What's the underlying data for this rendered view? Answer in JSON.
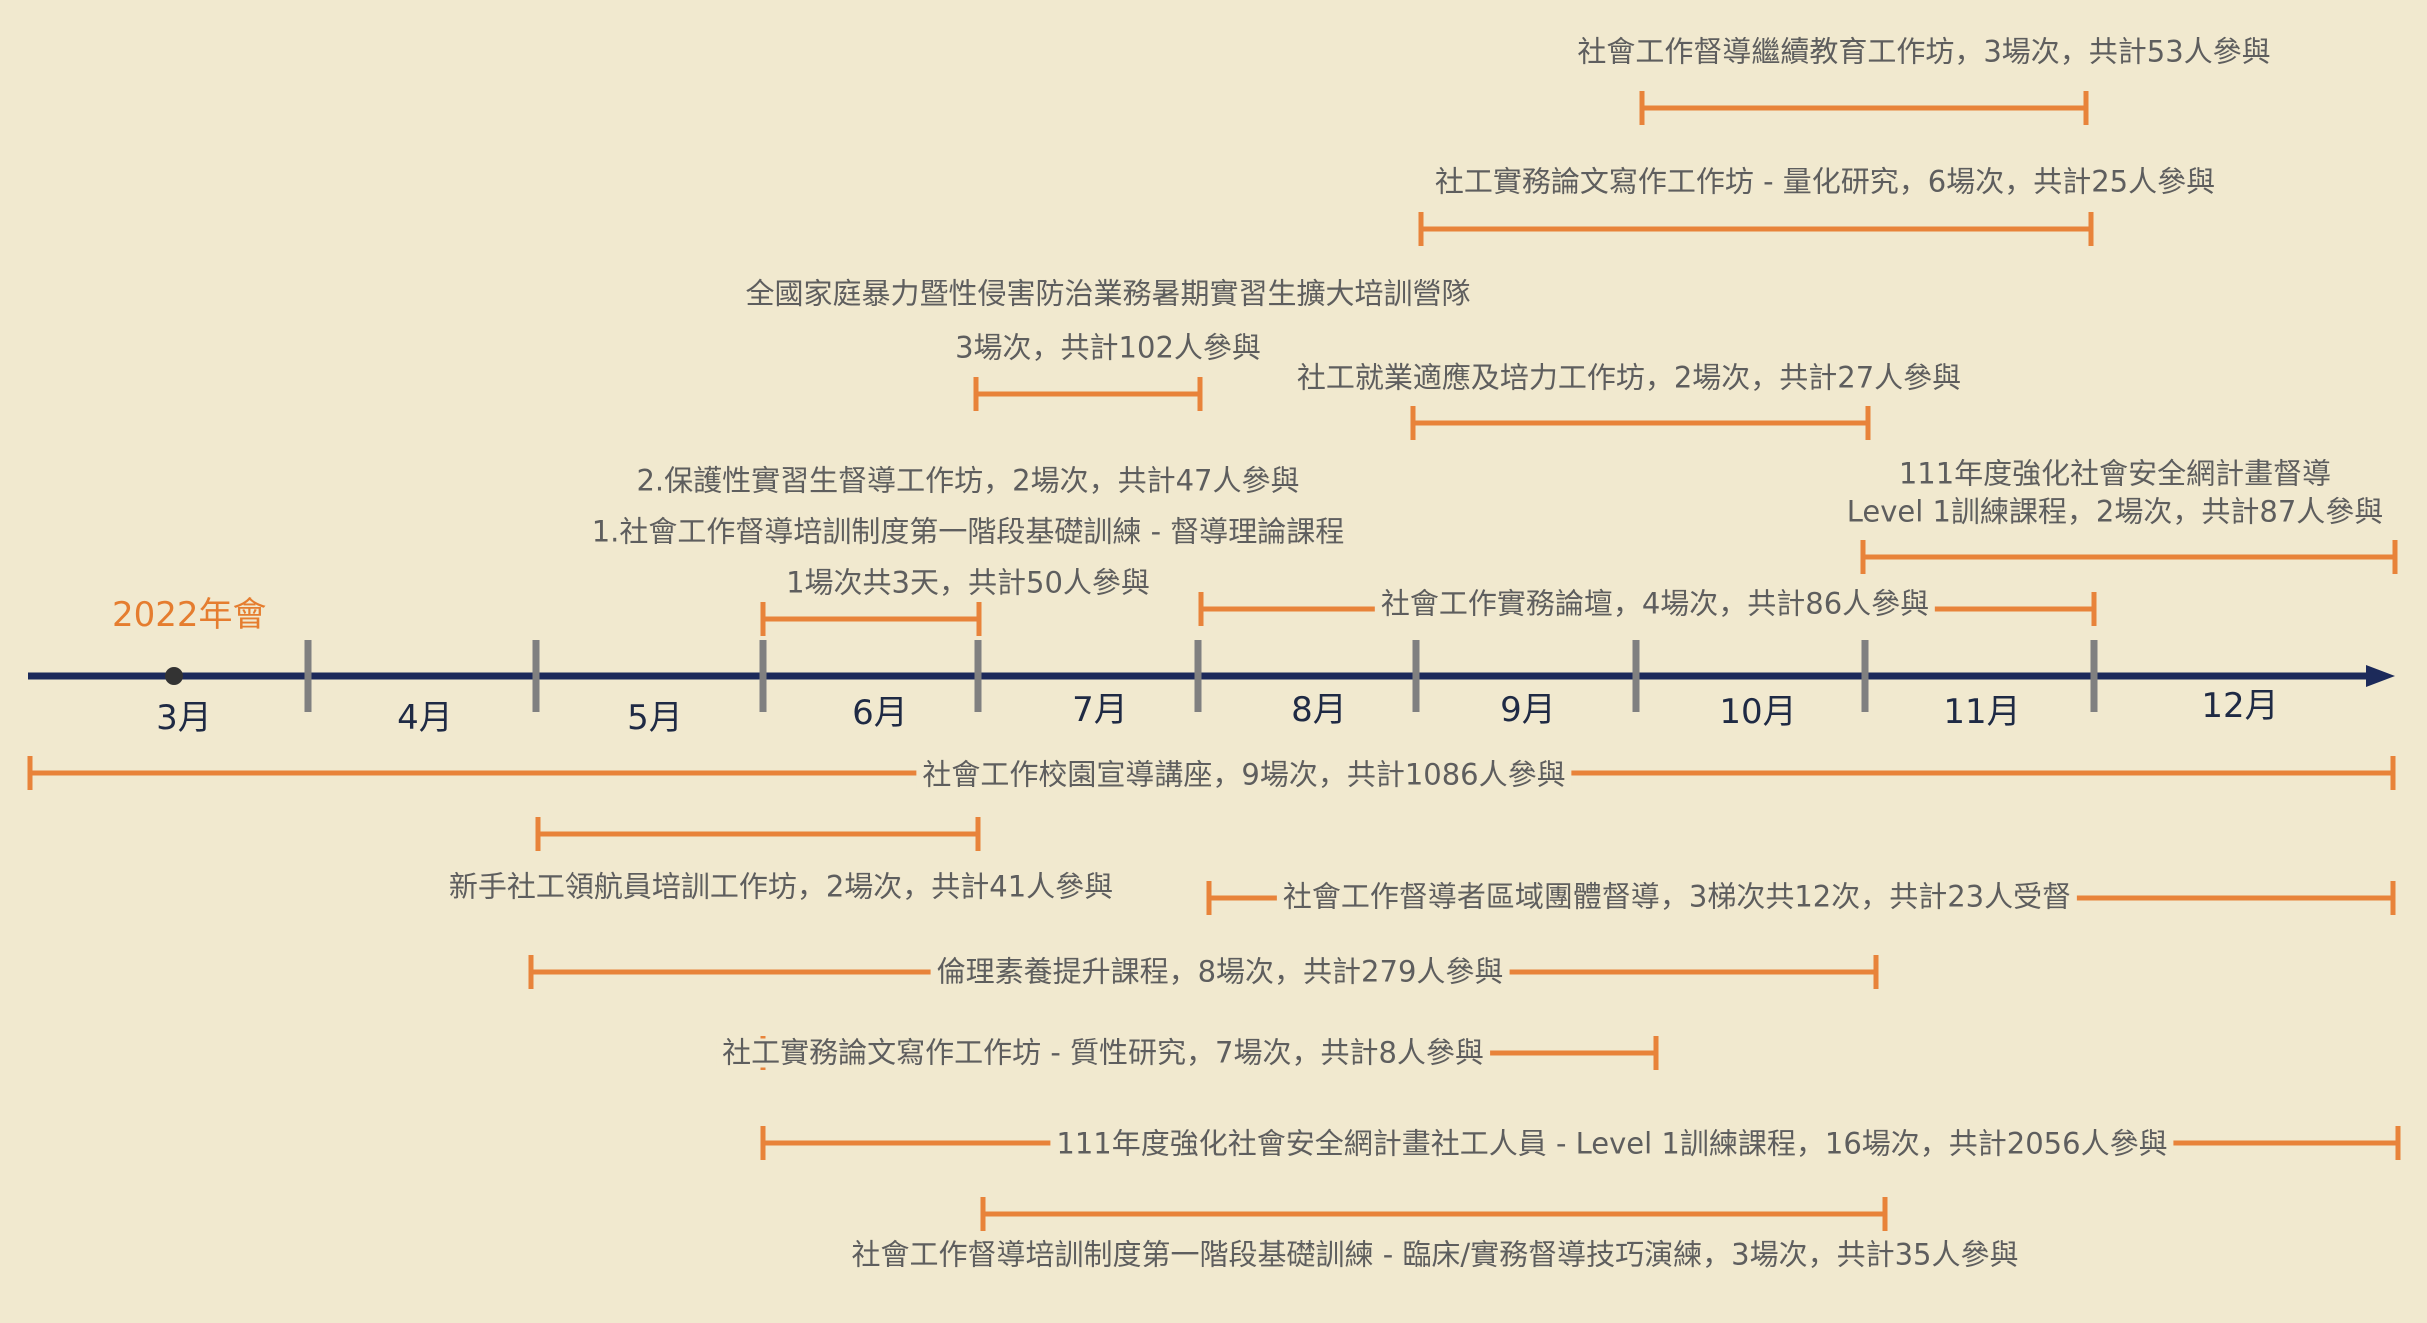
{
  "year_label": "2022年會",
  "months": [
    "3月",
    "4月",
    "5月",
    "6月",
    "7月",
    "8月",
    "9月",
    "10月",
    "11月",
    "12月"
  ],
  "colors": {
    "axis": "#1c2a5a",
    "tick": "#808080",
    "bar": "#e8833a",
    "text": "#5e5e5e",
    "year": "#e57d2f"
  },
  "events": [
    {
      "lines": [
        "社會工作督導繼續教育工作坊，3場次，共計53人參與"
      ]
    },
    {
      "lines": [
        "社工實務論文寫作工作坊 - 量化研究，6場次，共計25人參與"
      ]
    },
    {
      "lines": [
        "全國家庭暴力暨性侵害防治業務暑期實習生擴大培訓營隊",
        "3場次，共計102人參與"
      ]
    },
    {
      "lines": [
        "社工就業適應及培力工作坊，2場次，共計27人參與"
      ]
    },
    {
      "lines": [
        "111年度強化社會安全網計畫督導",
        "Level 1訓練課程，2場次，共計87人參與"
      ]
    },
    {
      "lines": [
        "2.保護性實習生督導工作坊，2場次，共計47人參與",
        "1.社會工作督導培訓制度第一階段基礎訓練 - 督導理論課程",
        "1場次共3天，共計50人參與"
      ]
    },
    {
      "lines": [
        "社會工作實務論壇，4場次，共計86人參與"
      ]
    },
    {
      "lines": [
        "社會工作校園宣導講座，9場次，共計1086人參與"
      ]
    },
    {
      "lines": [
        "新手社工領航員培訓工作坊，2場次，共計41人參與"
      ]
    },
    {
      "lines": [
        "社會工作督導者區域團體督導，3梯次共12次，共計23人受督"
      ]
    },
    {
      "lines": [
        "倫理素養提升課程，8場次，共計279人參與"
      ]
    },
    {
      "lines": [
        "社工實務論文寫作工作坊 - 質性研究，7場次，共計8人參與"
      ]
    },
    {
      "lines": [
        "111年度強化社會安全網計畫社工人員 - Level 1訓練課程，16場次，共計2056人參與"
      ]
    },
    {
      "lines": [
        "社會工作督導培訓制度第一階段基礎訓練 - 臨床/實務督導技巧演練，3場次，共計35人參與"
      ]
    }
  ]
}
